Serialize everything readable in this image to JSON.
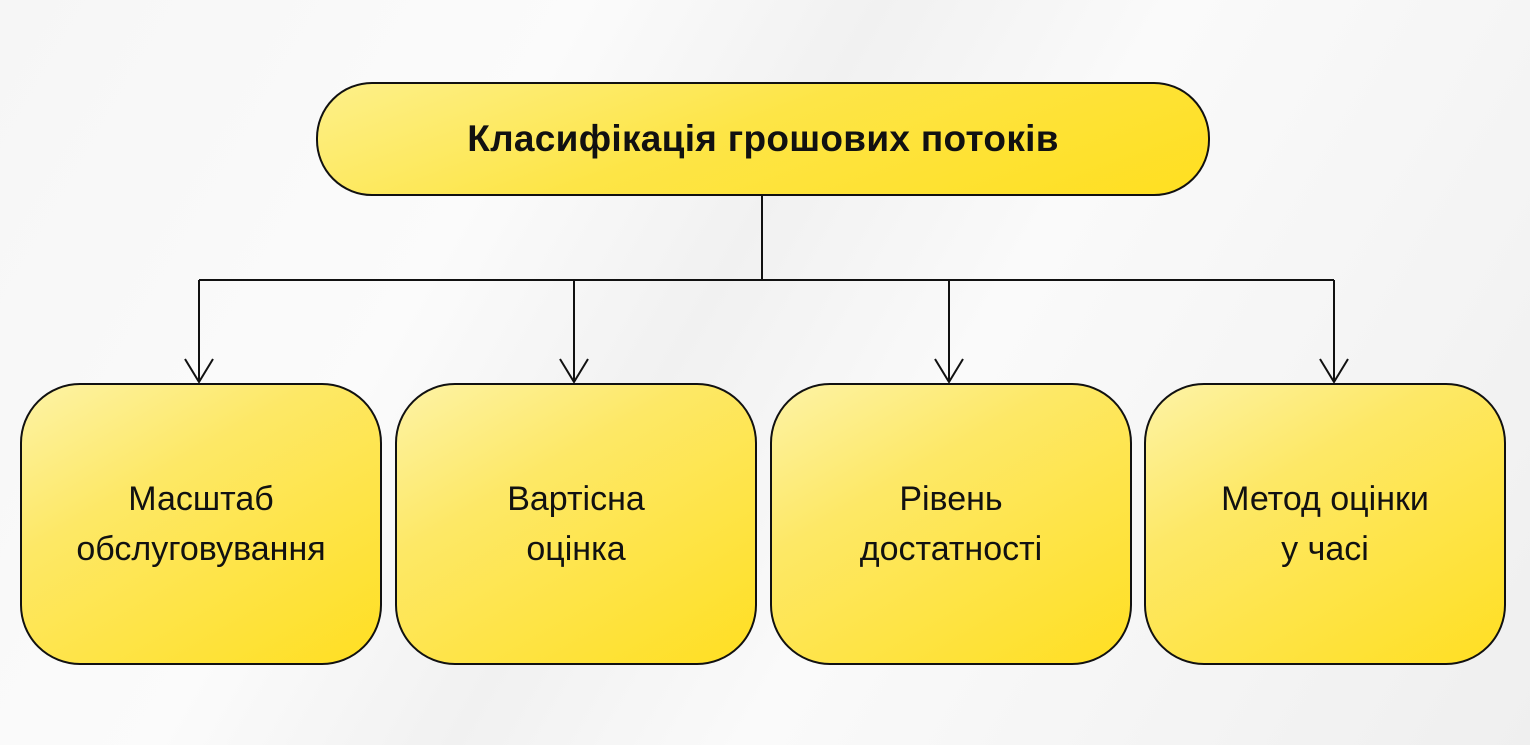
{
  "root": {
    "label": "Класифікація грошових потоків"
  },
  "children": [
    {
      "label": "Масштаб\nобслуговування"
    },
    {
      "label": "Вартісна\nоцінка"
    },
    {
      "label": "Рівень\nдостатності"
    },
    {
      "label": "Метод оцінки\nу часі"
    }
  ],
  "colors": {
    "box_fill": "#ffdf20",
    "stroke": "#111111"
  }
}
